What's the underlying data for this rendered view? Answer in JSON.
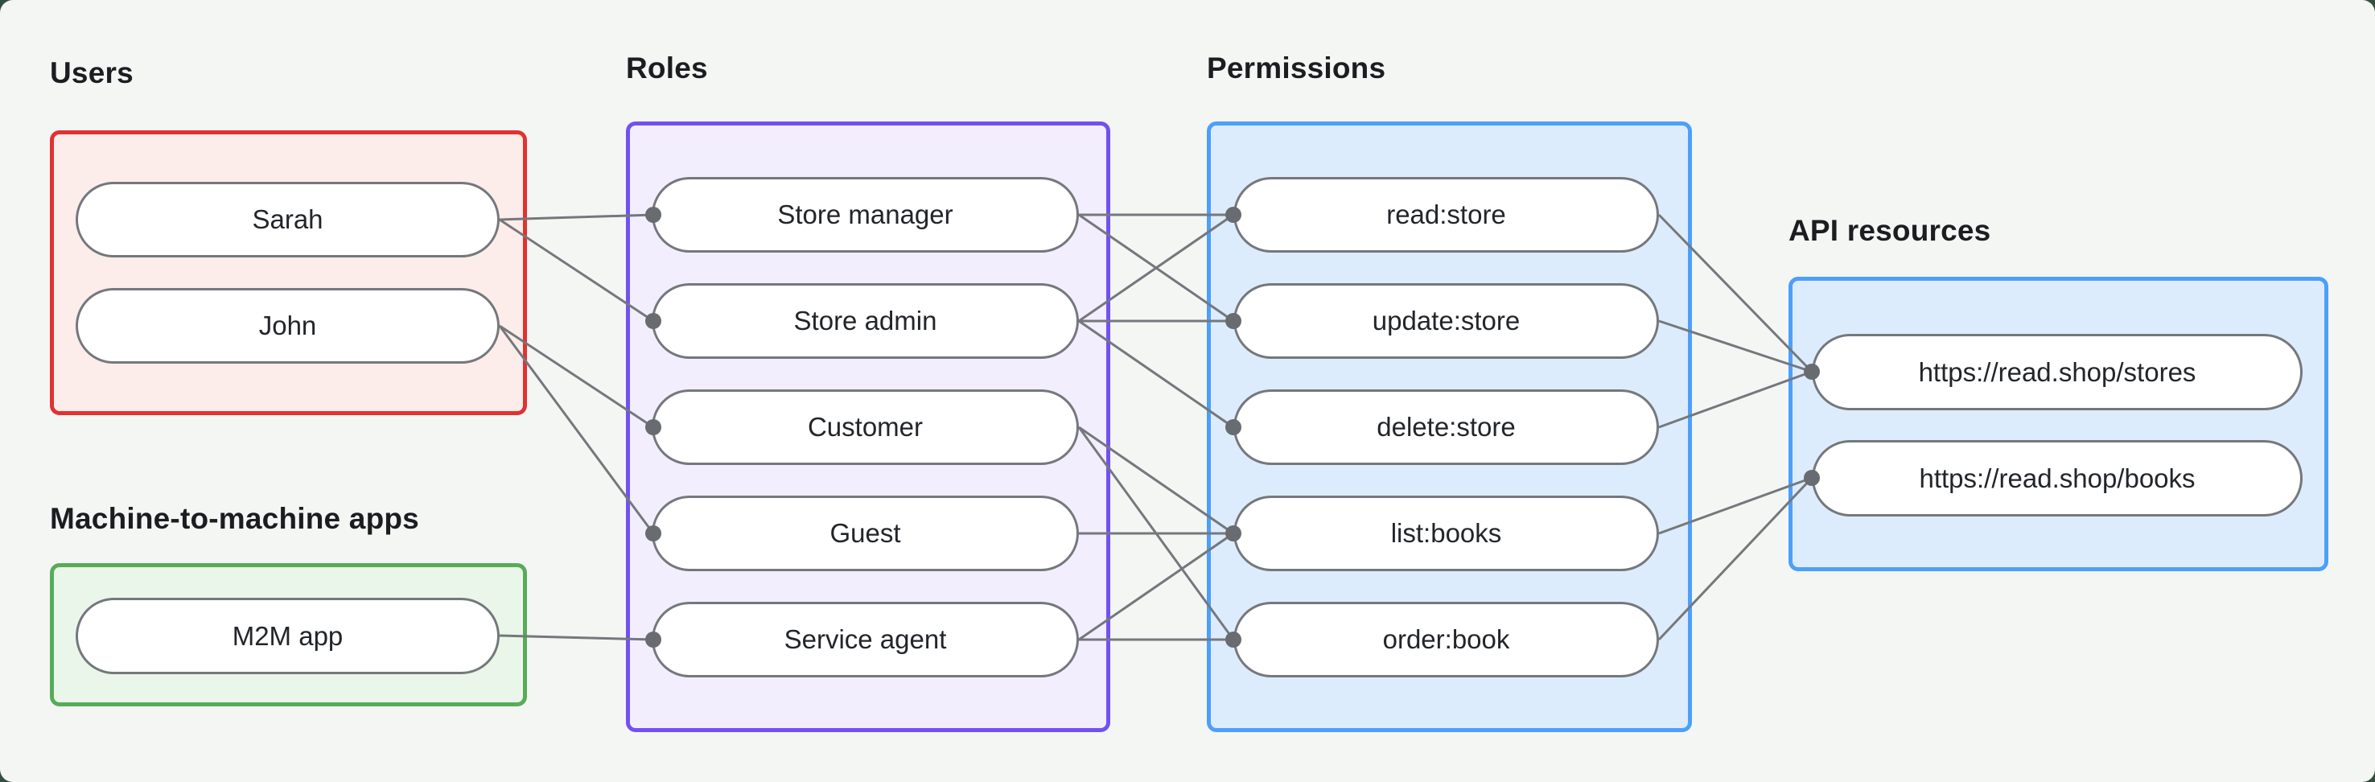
{
  "diagram": {
    "kind": "role-based-access-control-mapping",
    "background_color": "#f4f6f4",
    "outer_background_color": "#32503f",
    "edge_color": "#74787c",
    "node_border_color": "#74787c",
    "groups": {
      "users": {
        "title": "Users",
        "border_color": "#e03231",
        "fill_color": "#fcecea",
        "nodes": [
          {
            "label": "Sarah"
          },
          {
            "label": "John"
          }
        ]
      },
      "m2m": {
        "title": "Machine-to-machine apps",
        "border_color": "#57ac57",
        "fill_color": "#e9f6e9",
        "nodes": [
          {
            "label": "M2M app"
          }
        ]
      },
      "roles": {
        "title": "Roles",
        "border_color": "#7350f1",
        "fill_color": "#f3eefd",
        "nodes": [
          {
            "label": "Store manager"
          },
          {
            "label": "Store admin"
          },
          {
            "label": "Customer"
          },
          {
            "label": "Guest"
          },
          {
            "label": "Service agent"
          }
        ]
      },
      "permissions": {
        "title": "Permissions",
        "border_color": "#4c9ffb",
        "fill_color": "#ddecfc",
        "nodes": [
          {
            "label": "read:store"
          },
          {
            "label": "update:store"
          },
          {
            "label": "delete:store"
          },
          {
            "label": "list:books"
          },
          {
            "label": "order:book"
          }
        ]
      },
      "api_resources": {
        "title": "API resources",
        "border_color": "#4c9ffb",
        "fill_color": "#ddecfc",
        "nodes": [
          {
            "label": "https://read.shop/stores"
          },
          {
            "label": "https://read.shop/books"
          }
        ]
      }
    },
    "edges": [
      {
        "from": "Sarah",
        "to": "Store manager"
      },
      {
        "from": "Sarah",
        "to": "Store admin"
      },
      {
        "from": "John",
        "to": "Customer"
      },
      {
        "from": "John",
        "to": "Guest"
      },
      {
        "from": "M2M app",
        "to": "Service agent"
      },
      {
        "from": "Store manager",
        "to": "read:store"
      },
      {
        "from": "Store manager",
        "to": "update:store"
      },
      {
        "from": "Store admin",
        "to": "read:store"
      },
      {
        "from": "Store admin",
        "to": "update:store"
      },
      {
        "from": "Store admin",
        "to": "delete:store"
      },
      {
        "from": "Customer",
        "to": "list:books"
      },
      {
        "from": "Customer",
        "to": "order:book"
      },
      {
        "from": "Guest",
        "to": "list:books"
      },
      {
        "from": "Service agent",
        "to": "list:books"
      },
      {
        "from": "Service agent",
        "to": "order:book"
      },
      {
        "from": "read:store",
        "to": "https://read.shop/stores"
      },
      {
        "from": "update:store",
        "to": "https://read.shop/stores"
      },
      {
        "from": "delete:store",
        "to": "https://read.shop/stores"
      },
      {
        "from": "list:books",
        "to": "https://read.shop/books"
      },
      {
        "from": "order:book",
        "to": "https://read.shop/books"
      }
    ]
  }
}
